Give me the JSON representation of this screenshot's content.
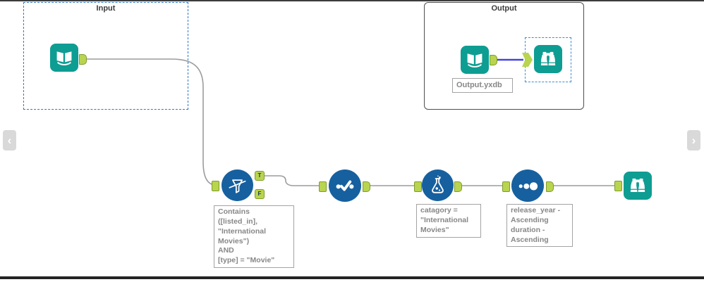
{
  "app": {
    "description": "workflow canvas"
  },
  "colors": {
    "tool_blue": "#16609f",
    "tool_teal": "#0e9d92",
    "anchor_green": "#b9d44e",
    "anchor_border": "#7f9c2d",
    "wire_gray": "#9c9c9c",
    "selected_wire_blue": "#4444dd",
    "input_container_border": "#2e79c8",
    "output_container_border": "#4f4f4f",
    "selection_dash_blue": "#3d8bd4",
    "annotation_text": "#878787"
  },
  "containers": {
    "input": {
      "label": "Input"
    },
    "output": {
      "label": "Output"
    }
  },
  "tools": {
    "input_data": {
      "icon": "book-icon"
    },
    "filter": {
      "icon": "funnel-icon",
      "anchors": {
        "t": "T",
        "f": "F"
      },
      "annotation": "Contains\n([listed_in],\n\"International\nMovies\")\nAND\n[type] = \"Movie\""
    },
    "select": {
      "icon": "check-dots-icon"
    },
    "formula": {
      "icon": "flask-icon",
      "annotation": "catagory =\n\"International\nMovies\""
    },
    "sort": {
      "icon": "three-dots-icon",
      "annotation": "release_year -\nAscending\nduration -\nAscending"
    },
    "browse": {
      "icon": "binoculars-icon"
    },
    "output_data": {
      "icon": "book-icon",
      "annotation": "Output.yxdb"
    },
    "output_browse": {
      "icon": "binoculars-icon"
    }
  },
  "nav": {
    "left_chevron": "‹",
    "right_chevron": "›"
  }
}
